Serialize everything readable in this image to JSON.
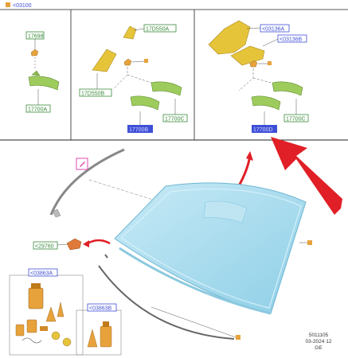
{
  "header": {
    "ref": "<03100"
  },
  "top_panels": {
    "left": {
      "part_a": "17698",
      "part_b": "17700A"
    },
    "middle": {
      "part_a": "17D550A",
      "part_b": "17D550B",
      "part_c": "17700B",
      "part_d": "17700C"
    },
    "right": {
      "part_a": "<03136A",
      "part_b": "<03136B",
      "part_c": "17700D",
      "part_d": "17700C"
    }
  },
  "main": {
    "ref_bracket": "<29760"
  },
  "kits": {
    "kit_a": "<03863A",
    "kit_b": "<03863B"
  },
  "footer": {
    "line1": "5011105",
    "line2": "03-2024 12",
    "line3": "GE"
  },
  "colors": {
    "glass": "#a9dcef",
    "mirror": "#9ecc5c",
    "bracket": "#e6c43a",
    "orange": "#e7a23c",
    "arrow_red": "#e01f26",
    "label_green": "#3a8a3a",
    "label_blue": "#3f4fd6"
  },
  "icons": {
    "windshield-marker": "pink-pen-icon"
  }
}
